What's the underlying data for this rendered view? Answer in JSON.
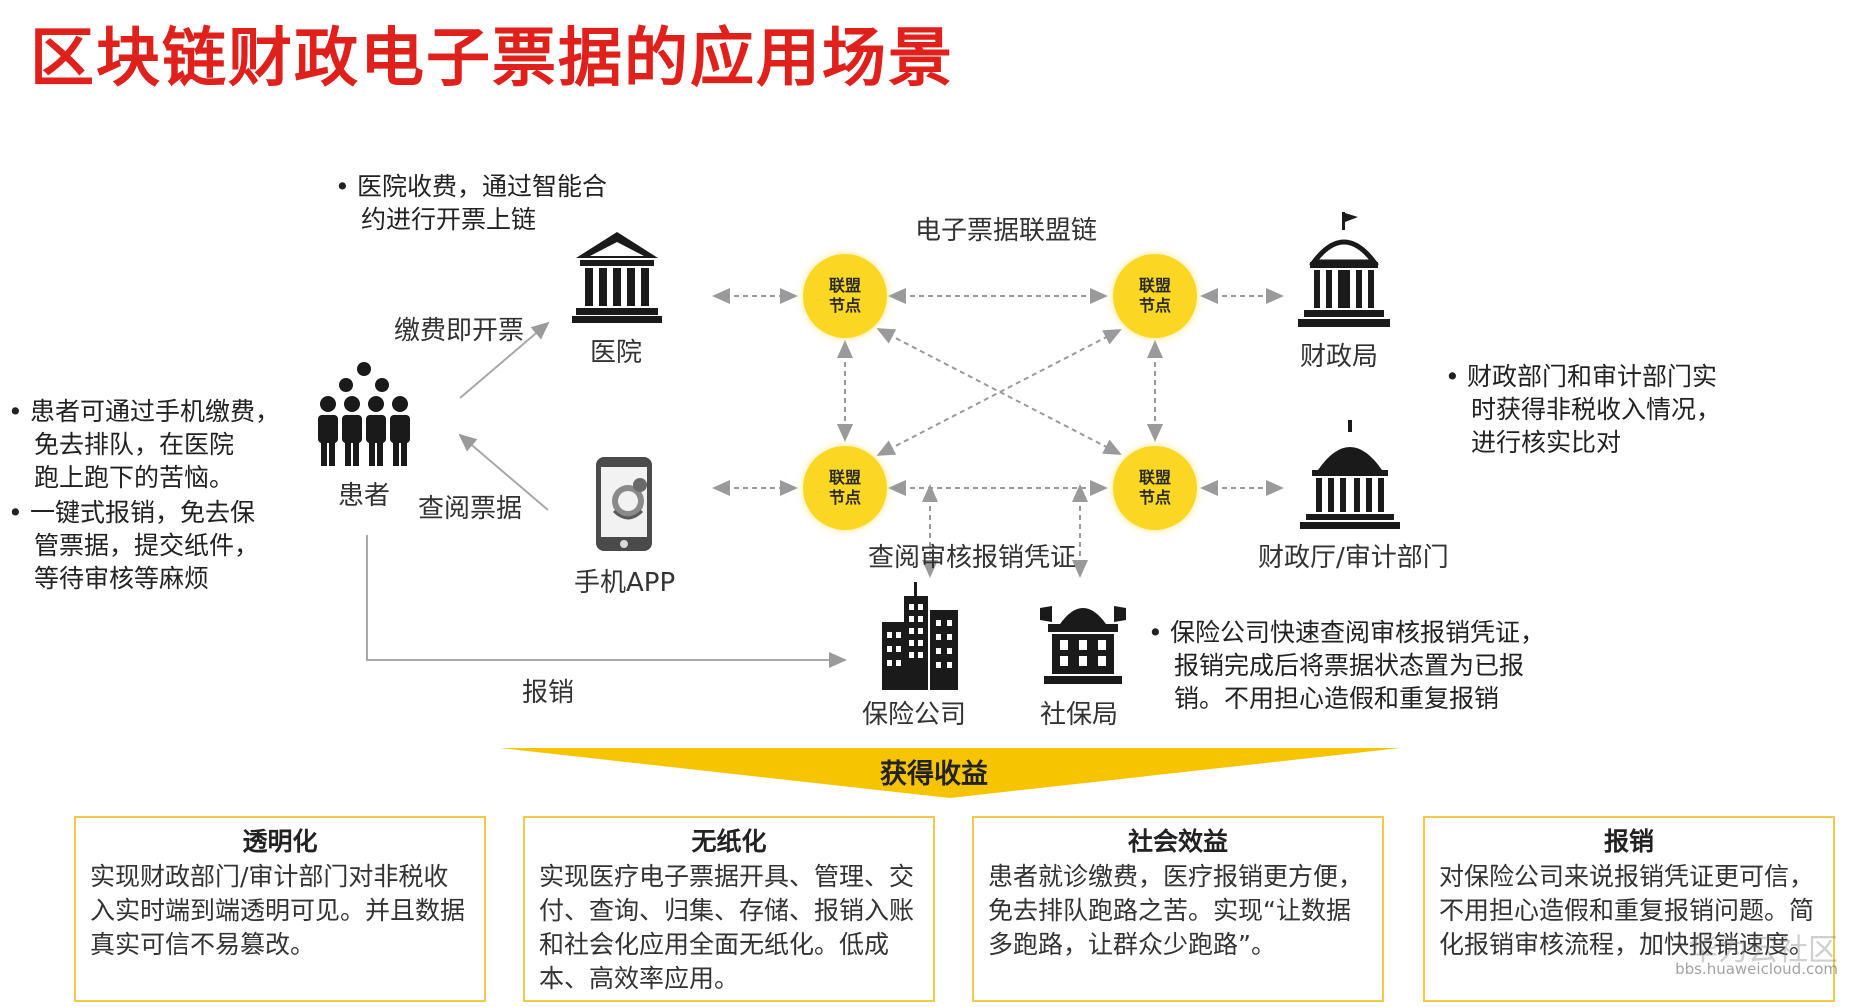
{
  "title": "区块链财政电子票据的应用场景",
  "hospital_note": [
    "医院收费，通过智能合",
    "约进行开票上链"
  ],
  "patient_notes": [
    [
      "患者可通过手机缴费，",
      "免去排队，在医院",
      "跑上跑下的苦恼。"
    ],
    [
      "一键式报销，免去保",
      "管票据，提交纸件，",
      "等待审核等麻烦"
    ]
  ],
  "finance_note": [
    "财政部门和审计部门实",
    "时获得非税收入情况，",
    "进行核实比对"
  ],
  "insurance_note": [
    "保险公司快速查阅审核报销凭证，",
    "报销完成后将票据状态置为已报",
    "销。不用担心造假和重复报销"
  ],
  "labels": {
    "chain": "电子票据联盟链",
    "pay_invoice": "缴费即开票",
    "hospital": "医院",
    "patient": "患者",
    "view_invoice": "查阅票据",
    "mobile_app": "手机APP",
    "finance_bureau": "财政局",
    "finance_dept": "财政厅/审计部门",
    "review_voucher": "查阅审核报销凭证",
    "reimburse": "报销",
    "insurance": "保险公司",
    "social_security": "社保局"
  },
  "node_label": [
    "联盟",
    "节点"
  ],
  "benefits_title": "获得收益",
  "benefits": [
    {
      "title": "透明化",
      "text": "实现财政部门/审计部门对非税收入实时端到端透明可见。并且数据真实可信不易篡改。"
    },
    {
      "title": "无纸化",
      "text": "实现医疗电子票据开具、管理、交付、查询、归集、存储、报销入账和社会化应用全面无纸化。低成本、高效率应用。"
    },
    {
      "title": "社会效益",
      "text": "患者就诊缴费，医疗报销更方便，免去排队跑路之苦。实现“让数据多跑路，让群众少跑路”。"
    },
    {
      "title": "报销",
      "text": "对保险公司来说报销凭证更可信，不用担心造假和重复报销问题。简化报销审核流程，加快报销速度。"
    }
  ],
  "watermark": "华为云社区",
  "watermark_url": "bbs.huaweicloud.com",
  "colors": {
    "title": "#e0201b",
    "node": "#fbd723",
    "banner": "#f6c400",
    "card_border": "#f5c84a",
    "arrow": "#9a9a9a"
  },
  "icons": [
    "hospital-icon",
    "people-icon",
    "mobile-app-icon",
    "capitol-icon",
    "dome-building-icon",
    "skyscraper-icon",
    "social-security-building-icon"
  ]
}
